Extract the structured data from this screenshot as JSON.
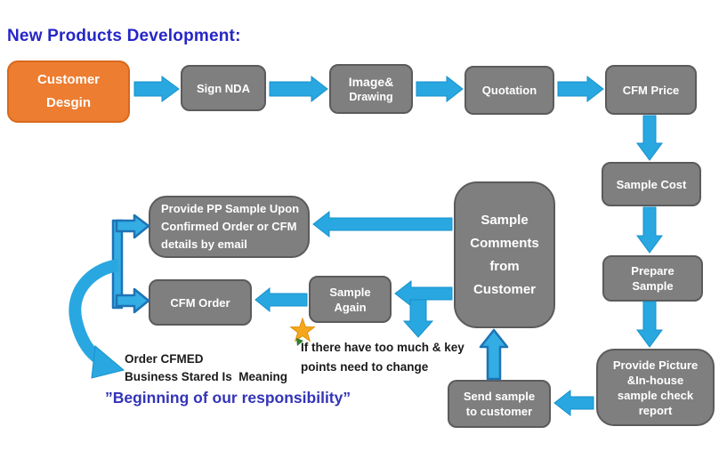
{
  "title": "New Products Development:",
  "colors": {
    "title_blue": "#2626C6",
    "box_gray": "#7F7F7F",
    "orange": "#ED7D31",
    "arrow_blue": "#29A7E0",
    "arrow_outline": "#1E73B4",
    "star_gold": "#F4A71D",
    "note_blue": "#3434B8"
  },
  "flow": {
    "customer_design": {
      "label": "Customer\nDesgin"
    },
    "sign_nda": {
      "label": "Sign NDA"
    },
    "image_drawing": {
      "label_top": "Image&",
      "label_bottom": "Drawing"
    },
    "quotation": {
      "label": "Quotation"
    },
    "cfm_price": {
      "label": "CFM Price"
    },
    "sample_cost": {
      "label": "Sample Cost"
    },
    "prepare_sample": {
      "label": "Prepare\nSample"
    },
    "provide_picture": {
      "label": "Provide Picture\n&In-house\nsample check\nreport"
    },
    "send_sample": {
      "label": "Send sample\nto customer"
    },
    "sample_comments": {
      "label": "Sample\nComments\nfrom\nCustomer"
    },
    "provide_pp_sample": {
      "label": "Provide PP Sample Upon\nConfirmed Order or CFM\ndetails by email"
    },
    "cfm_order": {
      "label": "CFM Order"
    },
    "sample_again": {
      "label": "Sample\nAgain"
    }
  },
  "notes": {
    "star_note": "If there have too much & key\npoints need to change",
    "order_note": "Order CFMED\nBusiness Stared Is  Meaning",
    "responsibility_note": "”Beginning of our responsibility”"
  }
}
